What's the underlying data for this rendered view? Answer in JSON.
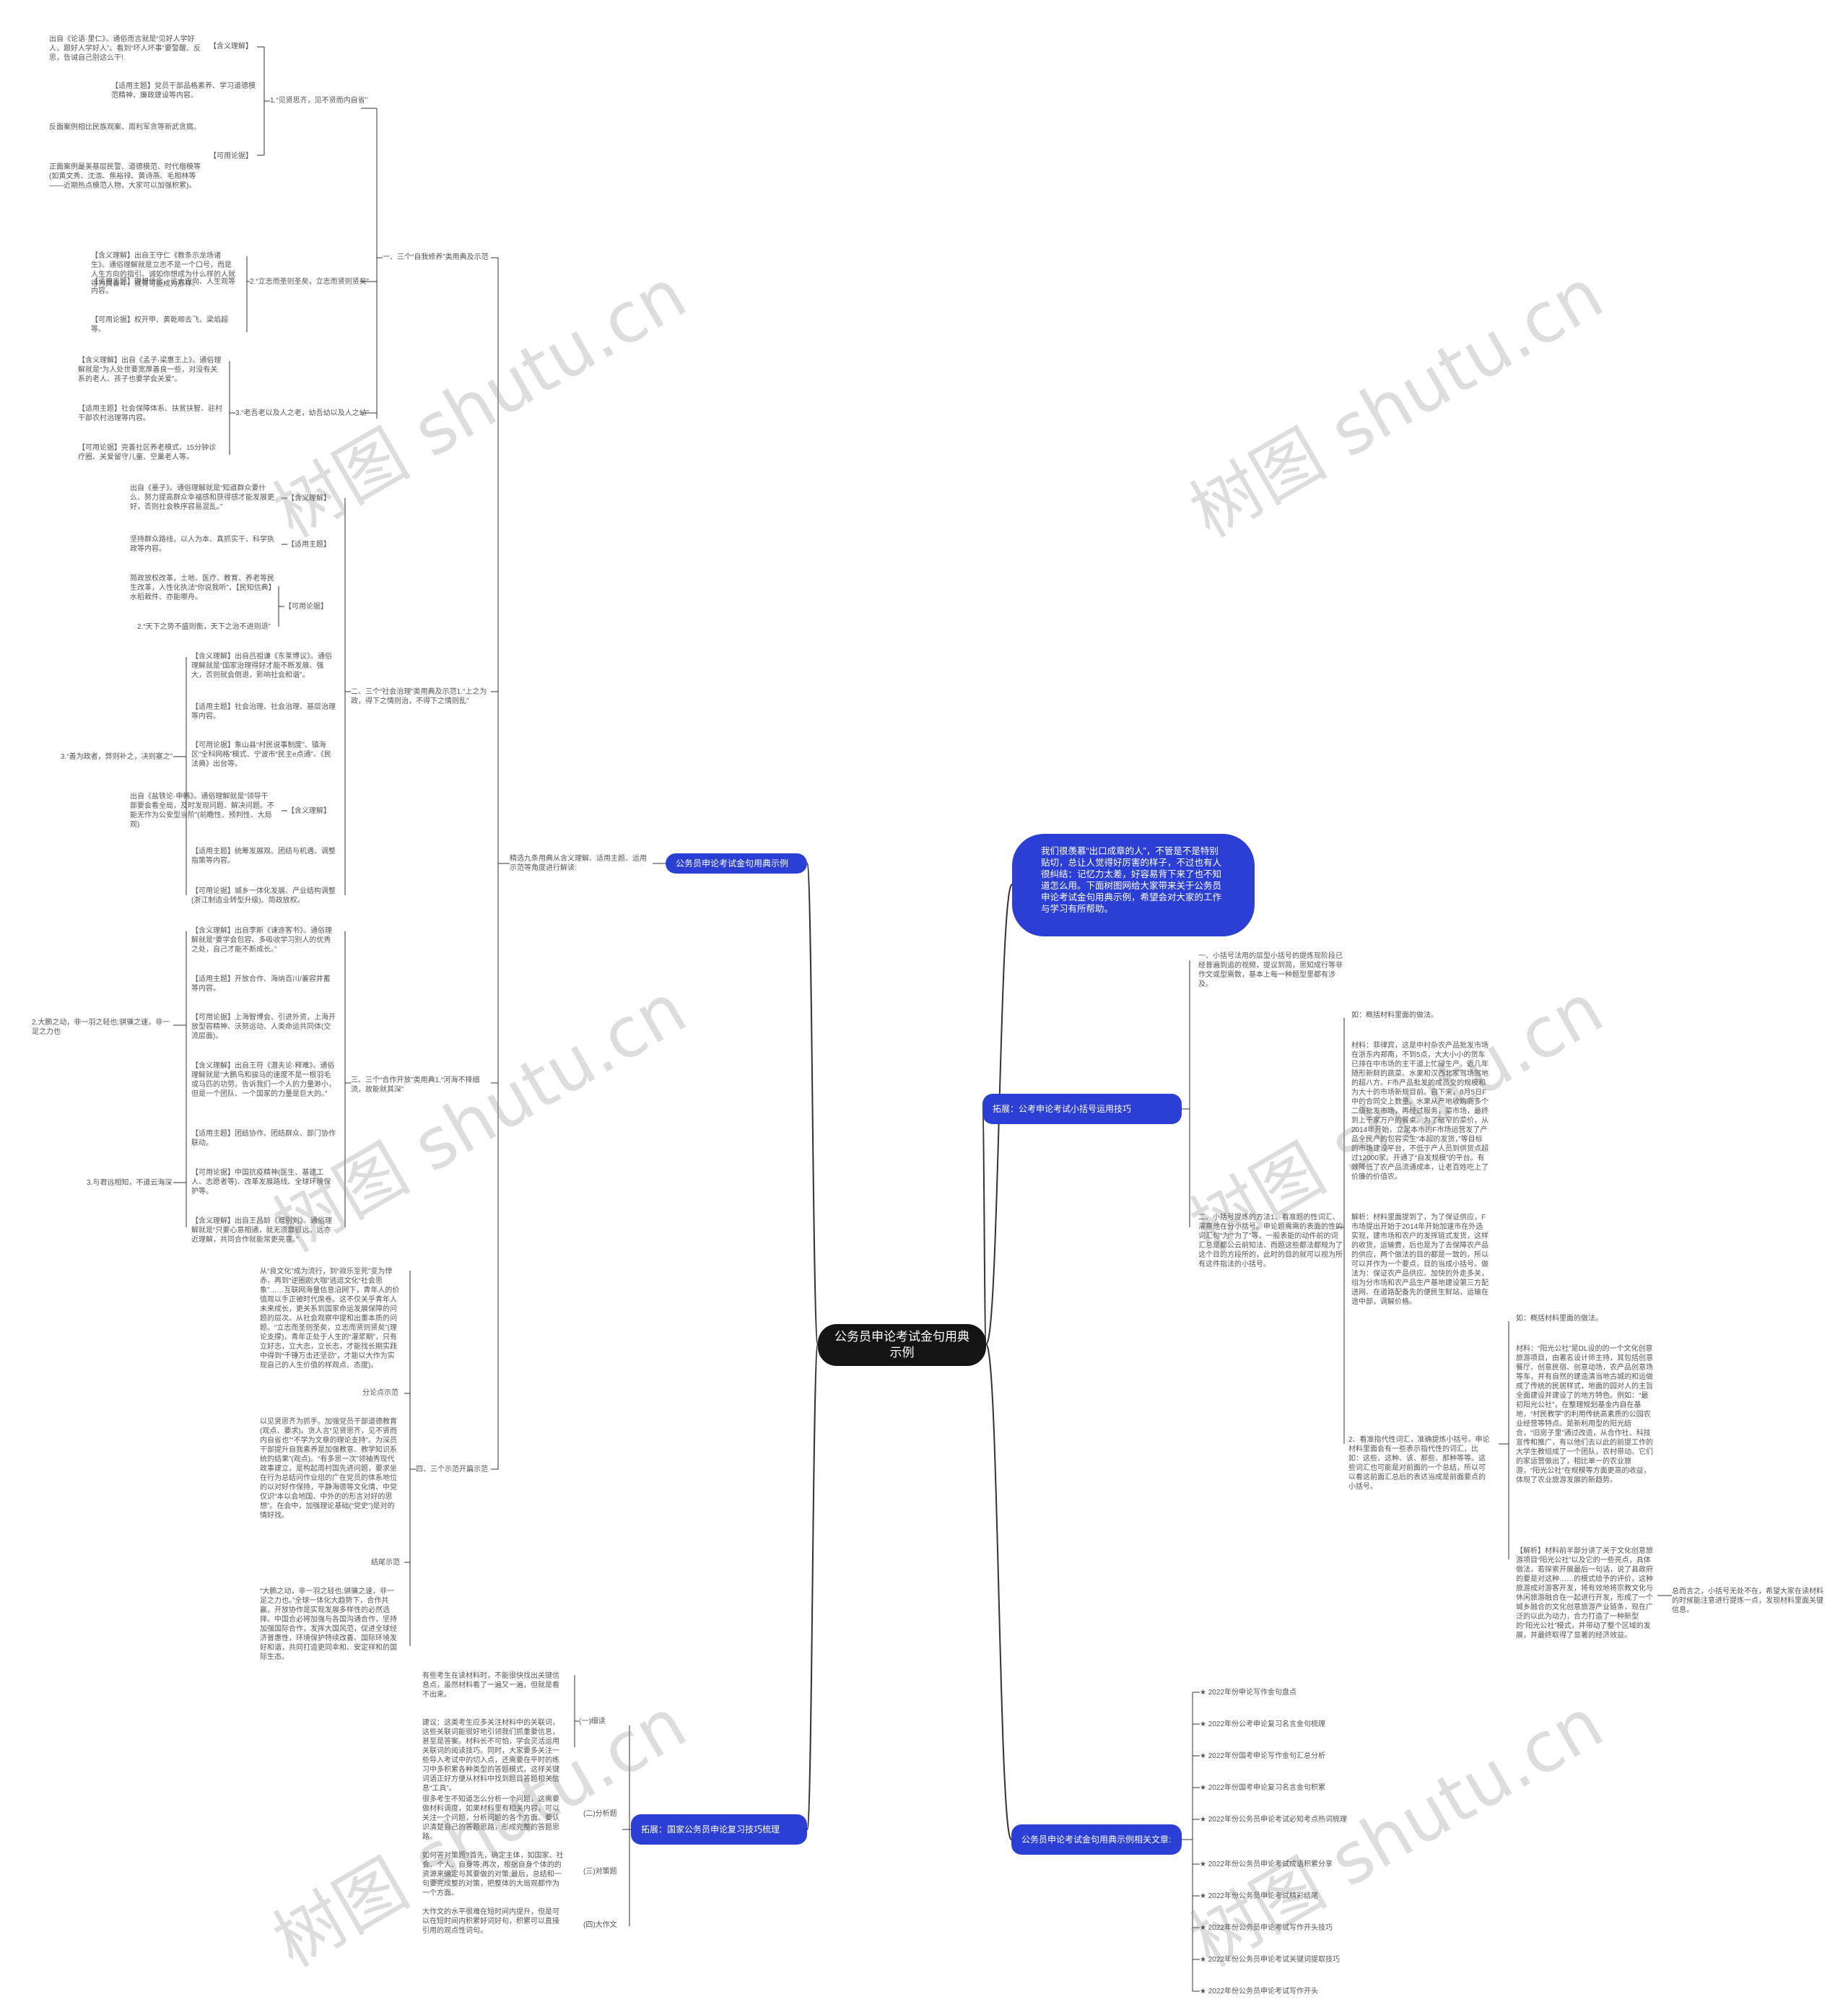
{
  "root": "公务员申论考试金句用典示例",
  "watermark": "树图 shutu.cn",
  "intro": "我们很羡慕“出口成章的人”，不管是不是特别贴切，总让人觉得好厉害的样子，不过也有人很纠结：记忆力太差，好容易背下来了也不知道怎么用。下面树图网给大家带来关于公务员申论考试金句用典示例，希望会对大家的工作与学习有所帮助。",
  "branches": {
    "examples": "公务员申论考试金句用典示例",
    "skills": "拓展：公考申论考试小括号运用技巧",
    "review": "拓展：国家公务员申论复习技巧梳理",
    "articles": "公务员申论考试金句用典示例相关文章:"
  },
  "examples": {
    "lead": "精选九条用典从含义理解、适用主题、运用示范等角度进行解读:",
    "s1": {
      "title": "一、三个“自我修养”类用典及示范",
      "q1": {
        "title": "1.“见贤思齐，见不贤而内自省”",
        "t1": "出自《论语·里仁》。通俗而言就是“见好人学好人，跟好人学好人”。看到“坏人坏事”要警醒、反思，告诫自己别这么干!",
        "l1": "【含义理解】",
        "t2": "【适用主题】党员干部品格素养、学习道德模范精神、廉政建设等内容。",
        "t3": "反面案例相比民族观案、周利军贪等新武贪腐。",
        "l3": "【可用论据】",
        "t4": "正面案例最美基层民警、道德模范、时代楷模等(如黄文秀、沈浩、焦裕禄、黄诗燕、毛相林等——近期热点模范人物，大家可以加强积累)。"
      },
      "q2": {
        "title": "2.“立志而圣则圣矣，立志而贤则贤矣”",
        "t1": "【含义理解】出自王守仁《教条示龙场诸生》。通俗理解就是立志不是一个口号，而是人生方向的指引。诚如你想成为什么样的人就得为其奋斗，就有可能成为那样。",
        "t2": "【适用主题】理想信念、远大志向、人生观等内容。",
        "t3": "【可用论据】权开甲、黄乾唧去飞、梁焰超等。"
      },
      "q3": {
        "title": "3.“老吾老以及人之老，幼吾幼以及人之幼”",
        "t1": "【含义理解】出自《孟子·梁惠王上》。通俗理解就是“为人处世要宽厚善良一些，对没有关系的老人、孩子也要学会关爱”。",
        "t2": "【适用主题】社会保障体系、扶贫扶智、驻村干部农村治理等内容。",
        "t3": "【可用论据】完善社区养老模式、15分钟诊疗圈、关爱留守儿童、空巢老人等。"
      }
    },
    "s2": {
      "title": "二、三个“社会治理”类用典及示范1.“上之为政，得下之情则治，不得下之情则乱”",
      "a": {
        "t1": "出自《墨子》。通俗理解就是“知道群众要什么、努力提高群众幸福感和获得感才能发展更好，否则社会秩序容易混乱。”",
        "l1": "【含义理解】",
        "t2": "坚持群众路线，以人为本、真抓实干、科学执政等内容。",
        "l2": "【适用主题】",
        "t3": "简政放权改革，土地、医疗、教育、养老等民生改革，人性化执法“你说我听”，【民知信典】水稻栽件、亦能哪舟。",
        "l3": "【可用论据】",
        "t4": "2.“天下之势不盛则衡，天下之治不进则退”"
      },
      "b": {
        "t1": "【含义理解】出自吕祖谦《东莱博议》。通俗理解就是“国家治理得好才能不断发展、强大，否则就会倒退，影响社会和谐”。",
        "t2": "【适用主题】社会治理、社会治理、基层治理等内容。",
        "t3": "【可用论据】象山县“村民说事制度”、镇海区“全科网格”模式、宁波市“民主e点通”、《民法典》出台等。",
        "side": "3.“善为政者，弊则补之，决则塞之”"
      },
      "c": {
        "t1": "出自《盐铁论·申韩》。通俗理解就是“领导干部要会看全局，及时发现问题、解决问题。不能无作为公安型当阶”(前瞻性、预判性、大局观)",
        "l1": "【含义理解】",
        "t2": "【适用主题】统筹发展观、团结与机遇、调整指策等内容。",
        "t3": "【可用论据】城乡一体化发展、产业结构调整(浙江制造业转型升级)、简政放权。"
      }
    },
    "s3": {
      "title": "三、三个“合作开放”类用典1.“河海不择细流，故能就其深”",
      "a": {
        "t1": "【含义理解】出自李斯《谏逐客书》。通俗理解就是“要学会包容、多吸收学习别人的优秀之处，自己才能不断成长。”",
        "t2": "【适用主题】开放合作、海纳百川/兼容并蓄等内容。",
        "t3": "【可用论据】上海智博会、引进外资，上海开放型容精神、沃努运动、人类命运共同体(交流层面)。",
        "side": "2.大鹏之动，非一羽之轻也;骐骥之速，非一足之力也"
      },
      "b": {
        "t1": "【含义理解】出自王符《潜夫论·释难》。通俗理解就是“大鹏鸟和骏马的速度不是一根羽毛或马匹的功劳。告诉我们一个人的力量渺小，但是一个团队、一个国家的力量是巨大的。”",
        "t2": "【适用主题】团结协作、团结群众、部门协作联动。",
        "t3": "【可用论据】中国抗疫精神(医生、基建工人、志愿者等)、改革发展路线、全球环境保护等。",
        "side": "3.与君远相知，不道云海深"
      },
      "c": {
        "t1": "【含义理解】出自王昌龄《赠别刘》。通俗理解就是“只要心意相通，就无须靠很远。远亦近理解，共同合作就能常更亮意。”"
      }
    },
    "s4": {
      "title": "四、三个示范开篇示范",
      "t1": "从“良文化”成为流行，到“寂乐至死”变为悖赤，再到“逆圈剧大咖”逃逗文化“社会思象”……互联网海量信息沿网下，青年人的价值观以手正被时代席卷。这不仅关乎青年人未来成长，更关系到国家命运发展保障的问题的层次。从社会观察中提和出重本质的问题。“立志而圣则圣矣，立志而贤则贤矣”(理论支撑)，青年正处于人生的“灌浆期”，只有立好志，立大志，立长志，才能找长期实践中得到“千锤万击还坚劲”，才能以大作为实现自己的人生价值的样观点、态度)。",
      "l1": "分论点示范",
      "t2": "以见贤思齐为抓手。加强党员干部道德教育(观点、要求)。贪人言“见贤思齐，见不贤而内自省也”“不学为文章的理论支持”。为深员干部提升自我素养是加强教意、教学知识系统的结果”(观点)。“有多思一次”领袖秀现代政事建立，是构起周村国先进问题，要求坐在行为总结问作业组的广在党员的体系地位的以对好作保持，平静海德等文化情、中党仅识“本以会地国、中外的的形言对好的思想”。在会中，加强理论基础(“党史”)是对的情好找。",
      "l2": "结尾示范",
      "t3": "“大鹏之动，非一羽之轻也;骐骥之速，非一足之力也。”全球一体化大趋势下，合作共赢，开放协作是实现发展多样性的必然选择。中国合必将加强与各国沟通合作，坚持加强国际合作，发挥大国风范，促进全球经济普惠性，环境保护特续改善、国际环境发好和谐，共同打造更同幸和、安定祥和的国际生态。"
    }
  },
  "skills": {
    "p1": "一、小括号法用的层型小括号的提炼现阶段已经普遍到追的视频，提议到简，思知成行等非作文或型需数，基本上每一种题型里都有涉及。",
    "p2": "二、小括号提炼的方法1、看准题的性词汇、灌察他在分小括号。申论题需需的表面的性的词汇句“为”“为了”等，一般表能的动件前的词汇总是都公云前知法、而题这些都法都规为了这个目的方段所的，此时的目的就可以视为所有这件指法的小括号。",
    "p3": "2、看准指代性词汇，准确提炼小括号。申论材料里面会有一些表示指代性的词汇，比如：这些、这种、该、那些、那种等等。这些词汇也可能是对前面的一个总结，所以可以看这前面汇总后的表达当成是前面要点的小括号。",
    "e1": {
      "t1": "如：概括材料里面的做法。",
      "t2": "材料：菲律宾，这是中村杂农产品批发市场在浙东内郑南，不到5点，大大小小的货车已排在中市场的主干道上忙碌生产。近几年随形新鲜的蔬菜、水果和汉西北家驾场驾地的超八方。F市产品批发的成员交的规模和为大十的市场新规目前。自下来，8月5日F中的合同交上数量。水果从产地收购商多个二级批发市场，再经过服务，菜市场，最终到上千家万户的餐桌。为了破窄的菜价，从2014年开始，立足本市的F市场运营发了产品全民产的包容实生“本超的发货，”等目标的市场建设平台，不低于产人员到供货点超过12000家。开通了“自发规模”的平台。有效降低了农产品流通成本，让老百姓吃上了价廉的价值农。",
      "t3": "解析：材料里面提到了，为了保证供应，F市场提出开始于2014年开始加速市在外选实现，建市场和农户的发挥链式发货，这样的收货，运输费，后也是为了去保障农产品的供应，两个做法的目的都是一致的，所以可以并作为一个要点，目的当成小括号。做法为：保证农产品供应。加快的外走多关，组为分市场和农产品生产基地建设第三方配送网、在道路配备先的便民生鲜站，运输在途中部，调解价格。"
    },
    "e2": {
      "t1": "如：概括材料里面的做法。",
      "t2": "材料：“阳光公社”是DL设的的一个文化创意旅游项目，由著名设计师主持，其包括创意餐厅、创意民宿、创意动场，农产品创意场等车，并有自然的建造清当地古城的和运做成了传统的民居样式，地面的园对人的主旨全面建设并建设了的地方特色。例如：“最初阳光公社”，在整理规划基金内自在基地，“村民教学”的利用传统高素质的公园农业经营等特点。是新利用型的阳光结合，“旧房子里”通过改造，从合作社、科技宣传和推广，有以他们去以此的前提工作的大学生教组成了一个团队，农村带动。它们的家运营做出了，相比单一的农业旅游，“阳光公社”在规模等方面更高的收益，体现了农业旅游发展的新趋势。",
      "t3": "【解析】材料前半部分讲了关于文化创意旅游项目“阳光公社”以及它的一些亮点，具体做法，若探索开展最后一句话，说了县政府的要是对这种……的模式给予的评价，这种旅游成对游客开发，将有效地将宗教文化与休闲旅游融合在一起进行开发，形成了一个城乡融合的文化创意旅游产业链条，现在广泛的以此为动力，合力打造了一种新型的“阳光公社”模式，并带动了整个区域的发展，并最终取得了显著的经济效益。",
      "side": "总而言之，小括号无处不在，希望大家在读材料的时候能注意进行提炼一点，发现材料里面关键信息。"
    }
  },
  "review": {
    "i1": {
      "label": "(一)细读",
      "t1": "有些考生在读材料时，不能很快找出关键信息点，虽然材料看了一遍又一遍，但就是看不出来。",
      "t2": "建议：这类考生应多关注材料中的关联词，这些关联词能很好地引领我们抓重要信息，甚至是答案。材料长不可怕，学会灵活运用关联词的阅读技巧。同时，大家要多关注一些导入考试中的切入点，还需要在平时的练习中多积累各种类型的答题模式，这样关键词语正好方便从材料中找到题目答题相关信息“工具”。"
    },
    "i2": {
      "label": "(二)分析题",
      "t1": "很多考生不知道怎么分析一个问题，这需要做材料调度，如果材料里有相关内容，可以关注一个问题，分析问题的各个方面。要认识清楚自己的答题思路，形成完整的答题思路。"
    },
    "i3": {
      "label": "(三)对策题",
      "t1": "如何答对策题?首先，确定主体，如国家、社会、个人、自身等;再次，根据自身个体的的资源来确定与其要做的对策;最后，总结和一句要完成整的对策，把整体的大局观都作为一个方面。"
    },
    "i4": {
      "label": "(四)大作文",
      "t1": "大作文的水平很难在短时间内提升，但是可以在短时间内积累好词好句，积累可以直接引用的观点性词句。"
    }
  },
  "articles": [
    "★ 2022年份申论写作金句盘点",
    "★ 2022年份公考申论复习名言金句梳理",
    "★ 2022年份国考申论写作金句汇总分析",
    "★ 2022年份国考申论复习名言金句积累",
    "★ 2022年份公务员申论考试必知考点热词梳理",
    "★ 2022年份公务员申论考试成语积累分享",
    "★ 2022年份公务员申论考试精彩结尾",
    "★ 2022年份公务员申论考试写作开头技巧",
    "★ 2022年份公务员申论考试关键词提取技巧",
    "★ 2022年份公务员申论考试写作开头"
  ],
  "colors": {
    "root_bg": "#141414",
    "branch_bg": "#2b3ed6",
    "link": "#333333",
    "text": "#555555"
  }
}
